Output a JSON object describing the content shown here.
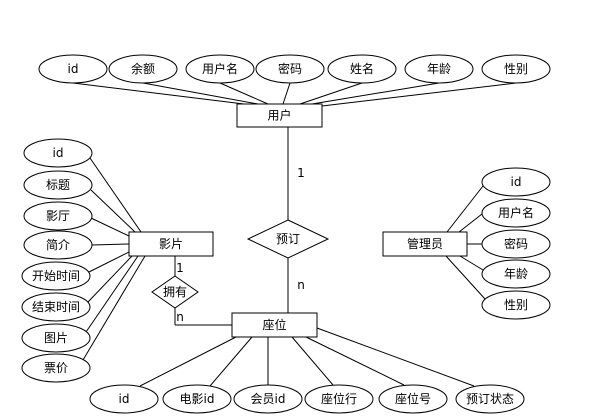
{
  "entities": {
    "user": "用户",
    "movie": "影片",
    "admin": "管理员",
    "seat": "座位"
  },
  "relationships": {
    "book": "预订",
    "have": "拥有"
  },
  "user_attributes": [
    "id",
    "余额",
    "用户名",
    "密码",
    "姓名",
    "年龄",
    "性别"
  ],
  "movie_attributes": [
    "id",
    "标题",
    "影厅",
    "简介",
    "开始时间",
    "结束时间",
    "图片",
    "票价"
  ],
  "admin_attributes": [
    "id",
    "用户名",
    "密码",
    "年龄",
    "性别"
  ],
  "seat_attributes": [
    "id",
    "电影id",
    "会员id",
    "座位行",
    "座位号",
    "预订状态"
  ],
  "cardinalities": {
    "user_book": "1",
    "book_seat": "n",
    "movie_have": "1",
    "have_seat": "n"
  }
}
